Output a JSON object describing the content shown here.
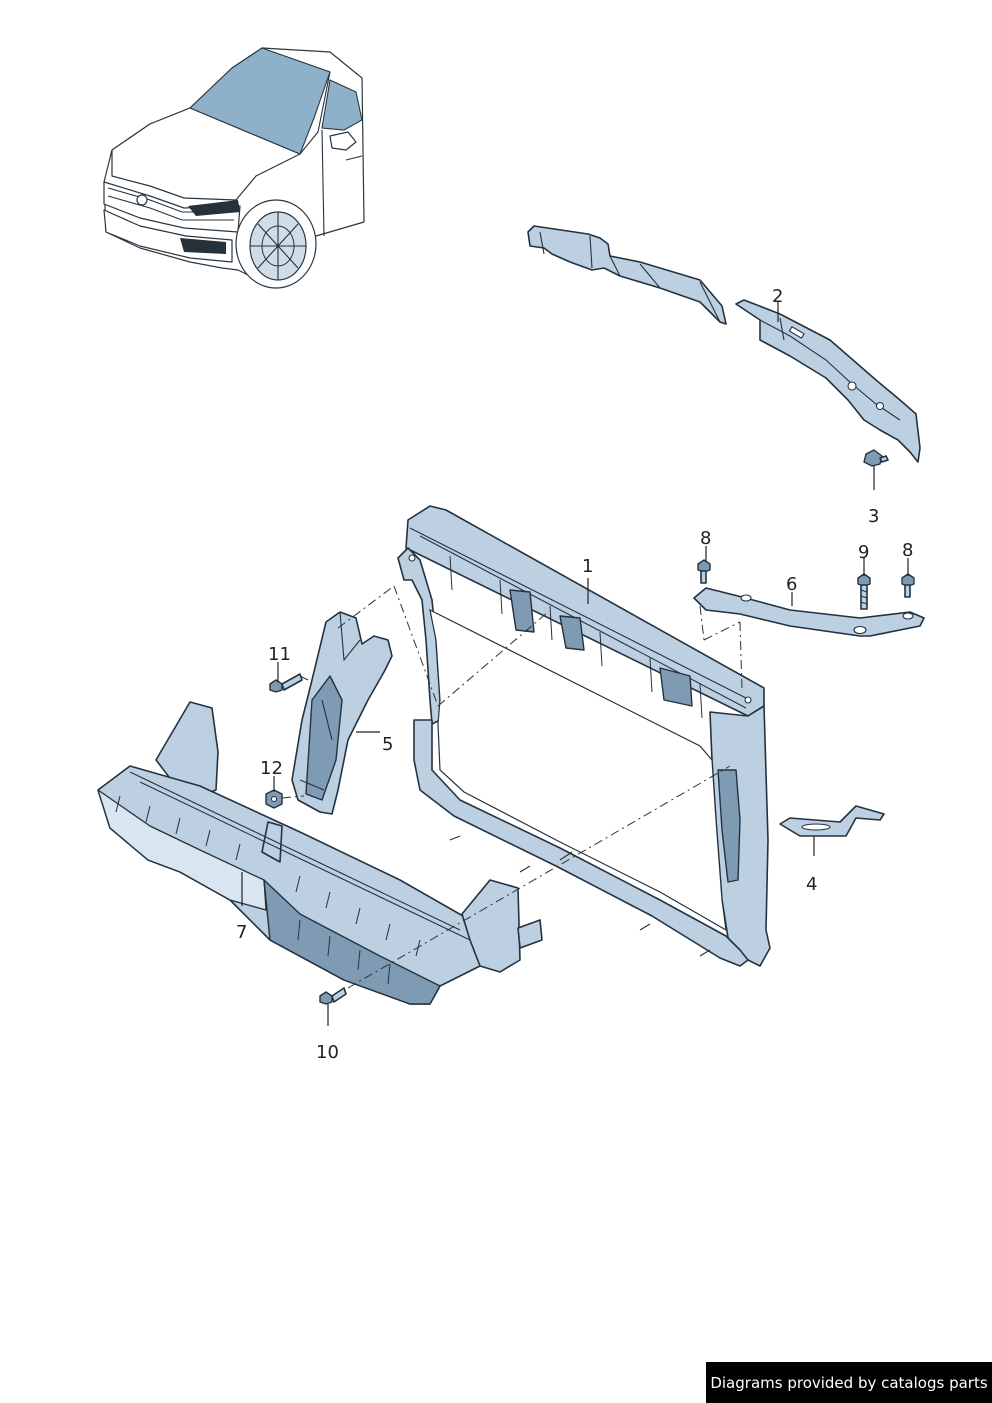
{
  "callouts": {
    "c1": "1",
    "c2": "2",
    "c3": "3",
    "c4": "4",
    "c5": "5",
    "c6": "6",
    "c7": "7",
    "c8a": "8",
    "c8b": "8",
    "c9": "9",
    "c10": "10",
    "c11": "11",
    "c12": "12"
  },
  "footer": {
    "credit": "Diagrams provided by catalogs parts"
  },
  "colors": {
    "part_fill": "#bcd0e2",
    "outline": "#24323f",
    "credit_background": "#000000"
  }
}
